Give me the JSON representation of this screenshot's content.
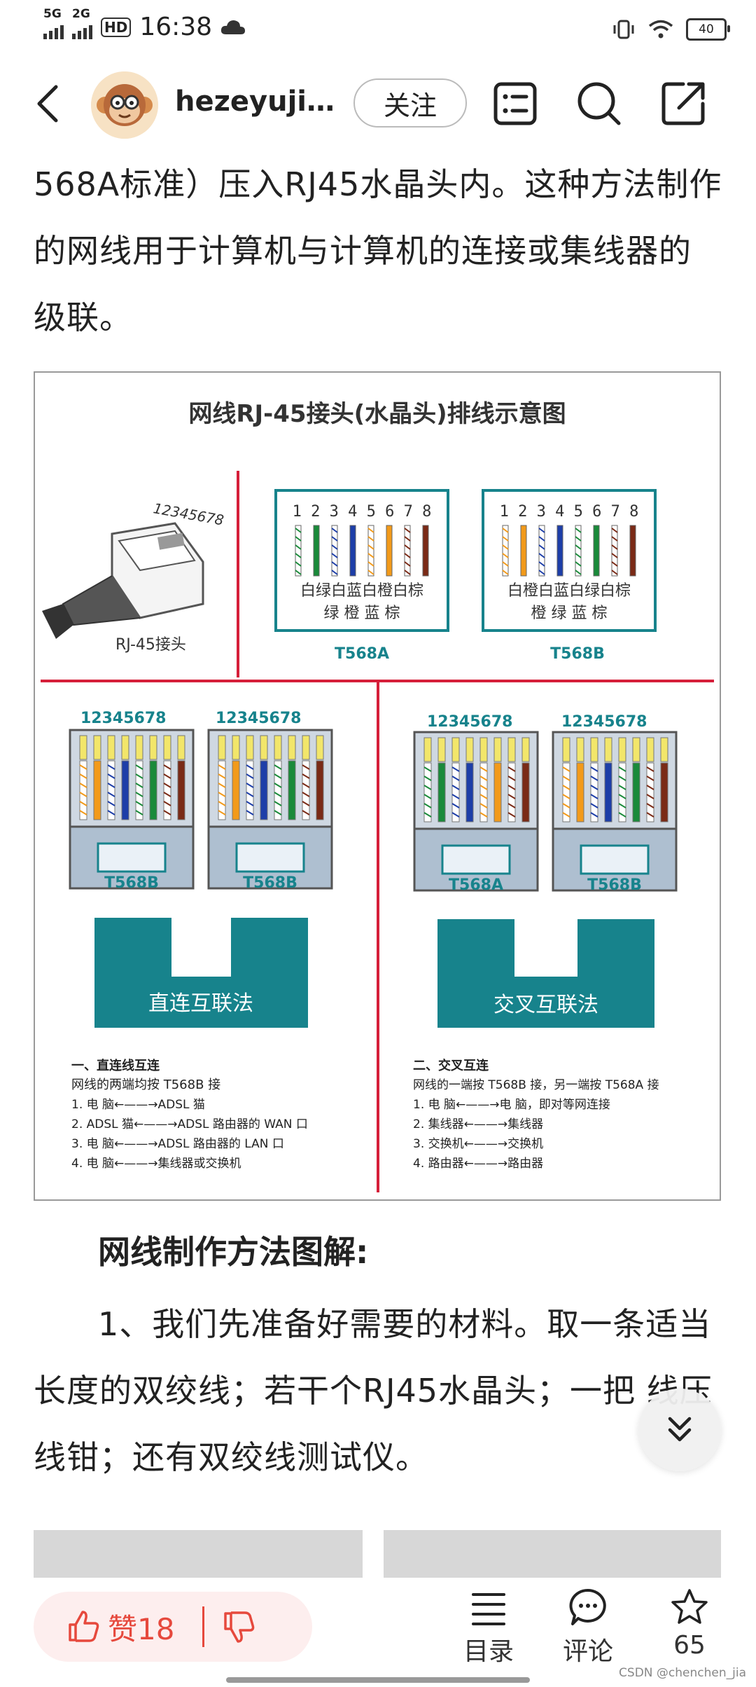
{
  "status_bar": {
    "net1": "5G",
    "net2": "2G",
    "hd": "HD",
    "time": "16:38",
    "battery": "40"
  },
  "nav": {
    "author": "hezeyuji…",
    "follow": "关注"
  },
  "article": {
    "para_top": "568A标准）压入RJ45水晶头内。这种方法制作的网线用于计算机与计算机的连接或集线器的级联。",
    "heading": "网线制作方法图解:",
    "para_step1": "1、我们先准备好需要的材料。取一条适当长度的双绞线；若干个RJ45水晶头；一把    线压线钳；还有双绞线测试仪。"
  },
  "figure": {
    "title": "网线RJ-45接头(水晶头)排线示意图",
    "rj45_pins": "12345678",
    "rj45_label": "RJ-45接头",
    "pin_numbers": "1 2 3 4 5 6 7 8",
    "t568a": {
      "label": "T568A",
      "row1": "白绿白蓝白橙白棕",
      "row2": "绿 橙 蓝 棕",
      "colors": [
        "#ffffff",
        "#1a8a3a",
        "#ffffff",
        "#1d3ea8",
        "#ffffff",
        "#f29a1a",
        "#ffffff",
        "#7a2a16"
      ]
    },
    "t568b": {
      "label": "T568B",
      "row1": "白橙白蓝白绿白棕",
      "row2": "橙 绿 蓝 棕",
      "colors": [
        "#ffffff",
        "#f29a1a",
        "#ffffff",
        "#1d3ea8",
        "#ffffff",
        "#1a8a3a",
        "#ffffff",
        "#7a2a16"
      ]
    },
    "straight": {
      "pins_left": "12345678",
      "pins_right": "12345678",
      "tag_left": "T568B",
      "tag_right": "T568B",
      "cable_label": "直连互联法",
      "notes_title": "一、直连线互连",
      "notes_sub": "网线的两端均按 T568B 接",
      "notes": [
        "1.  电    脑←——→ADSL 猫",
        "2.  ADSL 猫←——→ADSL 路由器的 WAN 口",
        "3.  电    脑←——→ADSL 路由器的 LAN 口",
        "4.  电    脑←——→集线器或交换机"
      ]
    },
    "crossover": {
      "pins_left": "12345678",
      "pins_right": "12345678",
      "tag_left": "T568A",
      "tag_right": "T568B",
      "cable_label": "交叉互联法",
      "notes_title": "二、交叉互连",
      "notes_sub": "网线的一端按 T568B 接，另一端按 T568A 接",
      "notes": [
        "1.  电    脑←——→电    脑，即对等网连接",
        "2.  集线器←——→集线器",
        "3.  交换机←——→交换机",
        "4.  路由器←——→路由器"
      ]
    },
    "accent": "#d61f3a",
    "teal": "#17838c"
  },
  "bottom_bar": {
    "like_count": "赞18",
    "toc": "目录",
    "comment": "评论",
    "favorites": "65"
  },
  "watermark": "CSDN @chenchen_jia"
}
